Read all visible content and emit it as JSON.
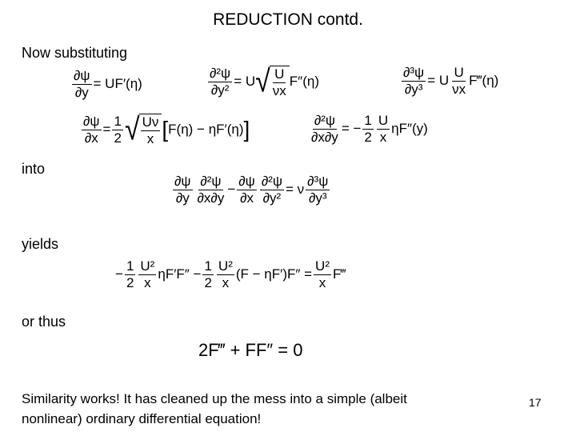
{
  "title": "REDUCTION contd.",
  "labels": {
    "now_substituting": "Now substituting",
    "into": "into",
    "yields": "yields",
    "or_thus": "or thus"
  },
  "equations": {
    "dpsi_dy": {
      "n": "∂ψ",
      "d": "∂y",
      "rhs": "= UF′(η)"
    },
    "d2psi_dy2": {
      "n": "∂²ψ",
      "d": "∂y²",
      "eq": "= U",
      "sqrt_n": "U",
      "sqrt_d": "νx",
      "rhs": "F″(η)"
    },
    "d3psi_dy3": {
      "n": "∂³ψ",
      "d": "∂y³",
      "eq": "= U",
      "frac_n": "U",
      "frac_d": "νx",
      "rhs": "F‴(η)"
    },
    "dpsi_dx": {
      "n": "∂ψ",
      "d": "∂x",
      "eq": "=",
      "half_n": "1",
      "half_d": "2",
      "sqrt_n": "Uν",
      "sqrt_d": "x",
      "bracket": "F(η) − ηF′(η)"
    },
    "d2psi_dxdy": {
      "n": "∂²ψ",
      "d": "∂x∂y",
      "eq": "= −",
      "half_n": "1",
      "half_d": "2",
      "u_n": "U",
      "u_d": "x",
      "rhs": "ηF″(y)"
    },
    "momentum": {
      "t1n": "∂ψ",
      "t1d": "∂y",
      "t2n": "∂²ψ",
      "t2d": "∂x∂y",
      "minus": "−",
      "t3n": "∂ψ",
      "t3d": "∂x",
      "t4n": "∂²ψ",
      "t4d": "∂y²",
      "eq": "= ν",
      "t5n": "∂³ψ",
      "t5d": "∂y³"
    },
    "result": {
      "lead": "−",
      "h1n": "1",
      "h1d": "2",
      "u1n": "U²",
      "u1d": "x",
      "p1": "ηF′F″ −",
      "h2n": "1",
      "h2d": "2",
      "u2n": "U²",
      "u2d": "x",
      "p2": "(F − ηF′)F″ =",
      "u3n": "U²",
      "u3d": "x",
      "p3": "F‴"
    },
    "final": "2F‴ + FF″ = 0"
  },
  "footer": {
    "line1": "Similarity works!  It has cleaned up the mess into a simple (albeit",
    "line2": "nonlinear) ordinary differential equation!"
  },
  "page_number": "17"
}
